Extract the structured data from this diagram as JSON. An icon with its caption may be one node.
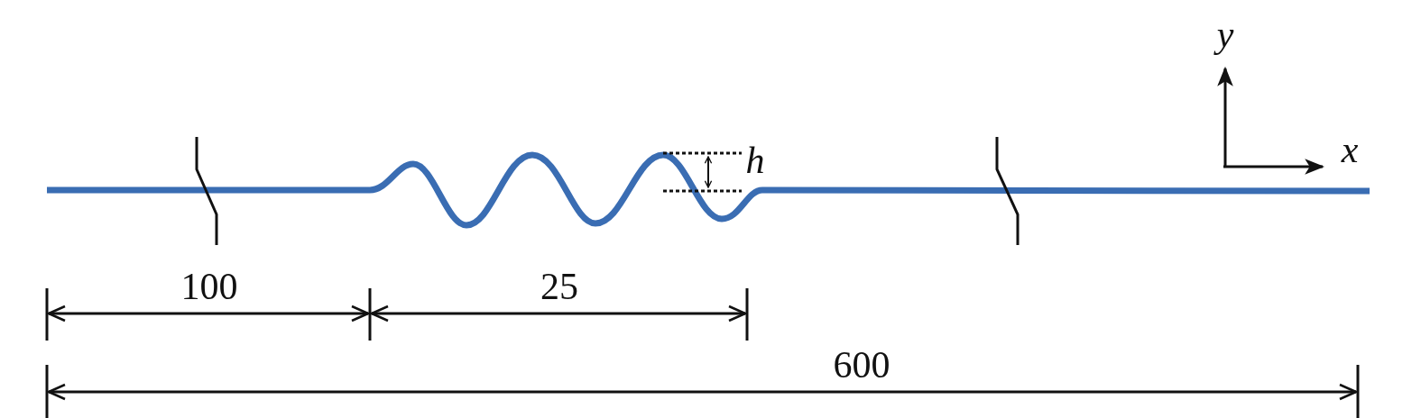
{
  "diagram": {
    "labels": [
      "y",
      "h",
      "x",
      "100",
      "25",
      "600"
    ]
  }
}
